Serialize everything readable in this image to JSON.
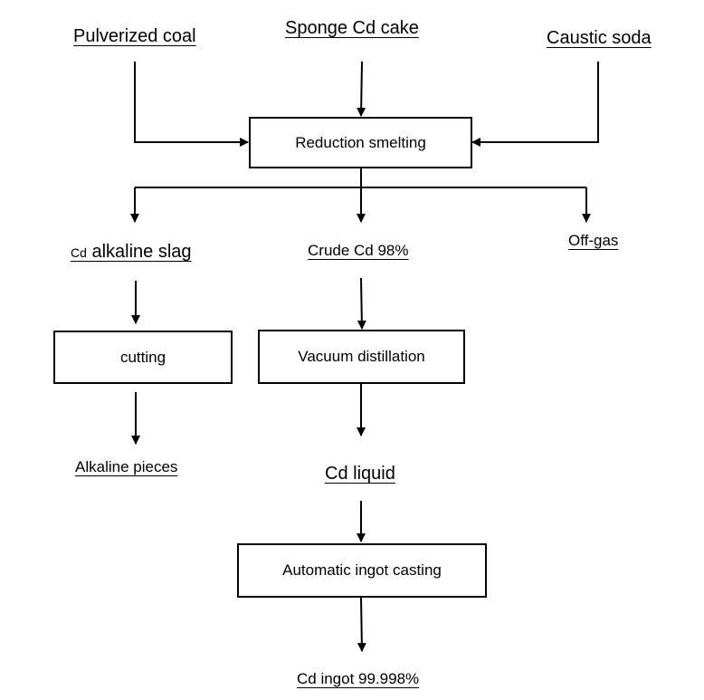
{
  "inputs": {
    "pulverized_coal": "Pulverized coal",
    "sponge_cd_cake": "Sponge Cd cake",
    "caustic_soda": "Caustic soda"
  },
  "processes": {
    "reduction_smelting": "Reduction smelting",
    "cutting": "cutting",
    "vacuum_distillation": "Vacuum distillation",
    "ingot_casting": "Automatic ingot casting"
  },
  "products": {
    "slag_prefix": "Cd",
    "slag_rest": "alkaline slag",
    "crude_cd": "Crude Cd 98%",
    "off_gas": "Off-gas",
    "alkaline_pieces": "Alkaline pieces",
    "cd_liquid": "Cd liquid",
    "cd_ingot": "Cd ingot 99.998%"
  }
}
